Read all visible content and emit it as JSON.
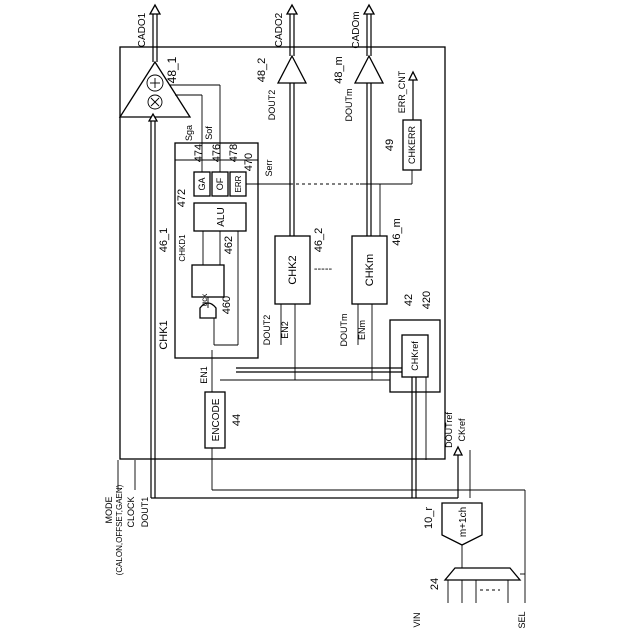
{
  "labels": {
    "chip_num": "48_1",
    "cado1": "CADO1",
    "cado2": "CADO2",
    "cadom": "CADOm",
    "amp2_num": "48_2",
    "ampm_num": "48_m",
    "dout2_top": "DOUT2",
    "doutm_top": "DOUTm",
    "err_cnt": "ERR_CNT",
    "chkerr": "CHKERR",
    "n49": "49",
    "sga": "Sga",
    "sof": "Sof",
    "serr": "Serr",
    "n474": "474",
    "n476": "476",
    "n478": "478",
    "n470": "470",
    "ga": "GA",
    "of": "OF",
    "err": "ERR",
    "alu": "ALU",
    "n472": "472",
    "chkd1": "CHKD1",
    "n462": "462",
    "gck": "gck",
    "n460": "460",
    "chk1": "CHK1",
    "n46_1": "46_1",
    "chk2": "CHK2",
    "n46_2": "46_2",
    "chkm": "CHKm",
    "n46_m": "46_m",
    "dots_mid": "-----",
    "dout2_bot": "DOUT2",
    "en2": "EN2",
    "doutm_bot": "DOUTm",
    "enm": "ENm",
    "n42": "42",
    "n420": "420",
    "chkref": "CHKref",
    "en1": "EN1",
    "encode": "ENCODE",
    "n44": "44",
    "doutref": "DOUTref",
    "ckref": "CKref",
    "mode": "MODE",
    "mode_sub": "(CALON,OFFSET,GAEN)",
    "clock": "CLOCK",
    "dout1": "DOUT1",
    "n10r": "10_r",
    "m1ch": "m+1ch",
    "n24": "24",
    "vin": "VIN",
    "sel": "SEL"
  }
}
